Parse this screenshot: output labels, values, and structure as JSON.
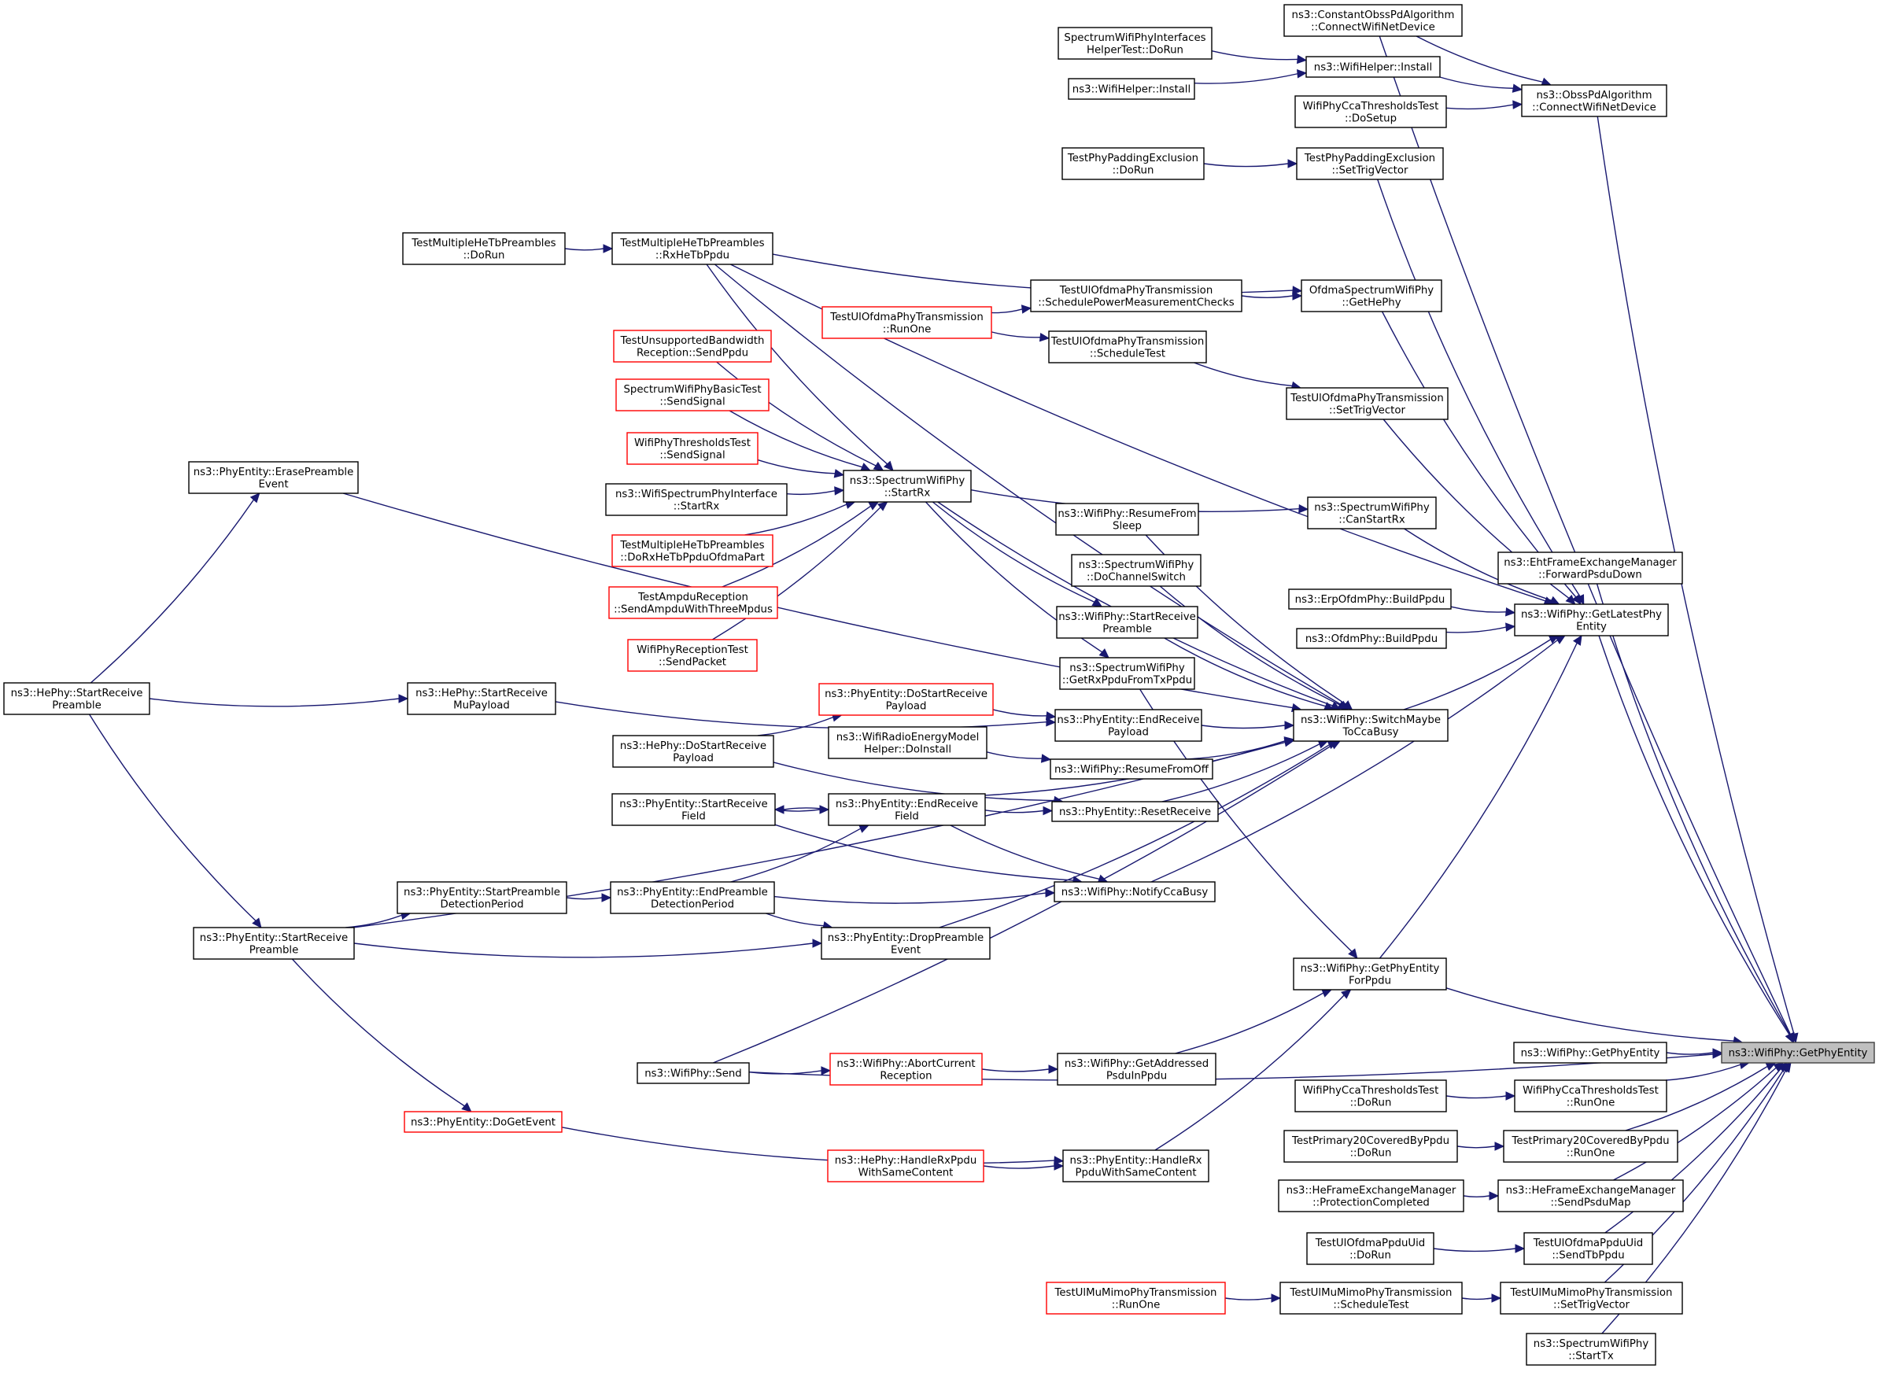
{
  "title": "ns3::WifiPhy::GetPhyEntity caller graph",
  "colors": {
    "edge": "#191970",
    "node_border": "#000000",
    "node_border_no_doc": "#ff0000",
    "target_fill": "#bfbfbf"
  },
  "target": "getphyentity",
  "nodes": [
    {
      "id": "constobss",
      "lines": [
        "ns3::ConstantObssPdAlgorithm",
        "::ConnectWifiNetDevice"
      ],
      "style": "normal"
    },
    {
      "id": "swpihelper",
      "lines": [
        "SpectrumWifiPhyInterfaces",
        "HelperTest::DoRun"
      ],
      "style": "normal"
    },
    {
      "id": "wifihelper_install",
      "lines": [
        "ns3::WifiHelper::Install"
      ],
      "style": "normal"
    },
    {
      "id": "wifihelper_install2",
      "lines": [
        "ns3::WifiHelper::Install"
      ],
      "style": "normal"
    },
    {
      "id": "ccathr_dosetup",
      "lines": [
        "WifiPhyCcaThresholdsTest",
        "::DoSetup"
      ],
      "style": "normal"
    },
    {
      "id": "obsspd_connect",
      "lines": [
        "ns3::ObssPdAlgorithm",
        "::ConnectWifiNetDevice"
      ],
      "style": "normal"
    },
    {
      "id": "padexcl_dorun",
      "lines": [
        "TestPhyPaddingExclusion",
        "::DoRun"
      ],
      "style": "normal"
    },
    {
      "id": "padexcl_settrig",
      "lines": [
        "TestPhyPaddingExclusion",
        "::SetTrigVector"
      ],
      "style": "normal"
    },
    {
      "id": "mhetb_dorun",
      "lines": [
        "TestMultipleHeTbPreambles",
        "::DoRun"
      ],
      "style": "normal"
    },
    {
      "id": "mhetb_rx",
      "lines": [
        "TestMultipleHeTbPreambles",
        "::RxHeTbPpdu"
      ],
      "style": "normal"
    },
    {
      "id": "ulofdma_schedpm",
      "lines": [
        "TestUlOfdmaPhyTransmission",
        "::SchedulePowerMeasurementChecks"
      ],
      "style": "normal"
    },
    {
      "id": "ofdma_gethephy",
      "lines": [
        "OfdmaSpectrumWifiPhy",
        "::GetHePhy"
      ],
      "style": "normal"
    },
    {
      "id": "ulofdma_runone",
      "lines": [
        "TestUlOfdmaPhyTransmission",
        "::RunOne"
      ],
      "style": "red"
    },
    {
      "id": "ulofdma_schedtest",
      "lines": [
        "TestUlOfdmaPhyTransmission",
        "::ScheduleTest"
      ],
      "style": "normal"
    },
    {
      "id": "unsupbw_sendppdu",
      "lines": [
        "TestUnsupportedBandwidth",
        "Reception::SendPpdu"
      ],
      "style": "red"
    },
    {
      "id": "ulofdma_settrig",
      "lines": [
        "TestUlOfdmaPhyTransmission",
        "::SetTrigVector"
      ],
      "style": "normal"
    },
    {
      "id": "swpbasic_sendsig",
      "lines": [
        "SpectrumWifiPhyBasicTest",
        "::SendSignal"
      ],
      "style": "red"
    },
    {
      "id": "thr_sendsig",
      "lines": [
        "WifiPhyThresholdsTest",
        "::SendSignal"
      ],
      "style": "red"
    },
    {
      "id": "wspi_startrx",
      "lines": [
        "ns3::WifiSpectrumPhyInterface",
        "::StartRx"
      ],
      "style": "normal"
    },
    {
      "id": "swp_startrx",
      "lines": [
        "ns3::SpectrumWifiPhy",
        "::StartRx"
      ],
      "style": "normal"
    },
    {
      "id": "erasepre",
      "lines": [
        "ns3::PhyEntity::ErasePreamble",
        "Event"
      ],
      "style": "normal"
    },
    {
      "id": "resumesleep",
      "lines": [
        "ns3::WifiPhy::ResumeFrom",
        "Sleep"
      ],
      "style": "normal"
    },
    {
      "id": "canstartrx",
      "lines": [
        "ns3::SpectrumWifiPhy",
        "::CanStartRx"
      ],
      "style": "normal"
    },
    {
      "id": "dochswitch",
      "lines": [
        "ns3::SpectrumWifiPhy",
        "::DoChannelSwitch"
      ],
      "style": "normal"
    },
    {
      "id": "mhetb_ofdma",
      "lines": [
        "TestMultipleHeTbPreambles",
        "::DoRxHeTbPpduOfdmaPart"
      ],
      "style": "red"
    },
    {
      "id": "eht_fwd",
      "lines": [
        "ns3::EhtFrameExchangeManager",
        "::ForwardPsduDown"
      ],
      "style": "normal"
    },
    {
      "id": "erp_build",
      "lines": [
        "ns3::ErpOfdmPhy::BuildPpdu"
      ],
      "style": "normal"
    },
    {
      "id": "ampdu_send",
      "lines": [
        "TestAmpduReception",
        "::SendAmpduWithThreeMpdus"
      ],
      "style": "red"
    },
    {
      "id": "wp_startrecpre",
      "lines": [
        "ns3::WifiPhy::StartReceive",
        "Preamble"
      ],
      "style": "normal"
    },
    {
      "id": "ofdm_build",
      "lines": [
        "ns3::OfdmPhy::BuildPpdu"
      ],
      "style": "normal"
    },
    {
      "id": "getlatest",
      "lines": [
        "ns3::WifiPhy::GetLatestPhy",
        "Entity"
      ],
      "style": "normal"
    },
    {
      "id": "recp_sendpkt",
      "lines": [
        "WifiPhyReceptionTest",
        "::SendPacket"
      ],
      "style": "red"
    },
    {
      "id": "getrxppdu",
      "lines": [
        "ns3::SpectrumWifiPhy",
        "::GetRxPpduFromTxPpdu"
      ],
      "style": "normal"
    },
    {
      "id": "he_startmu",
      "lines": [
        "ns3::HePhy::StartReceive",
        "MuPayload"
      ],
      "style": "normal"
    },
    {
      "id": "he_startpre",
      "lines": [
        "ns3::HePhy::StartReceive",
        "Preamble"
      ],
      "style": "normal"
    },
    {
      "id": "pe_dostartpay",
      "lines": [
        "ns3::PhyEntity::DoStartReceive",
        "Payload"
      ],
      "style": "red"
    },
    {
      "id": "pe_endrecpay",
      "lines": [
        "ns3::PhyEntity::EndReceive",
        "Payload"
      ],
      "style": "normal"
    },
    {
      "id": "switchcca",
      "lines": [
        "ns3::WifiPhy::SwitchMaybe",
        "ToCcaBusy"
      ],
      "style": "normal"
    },
    {
      "id": "energy_install",
      "lines": [
        "ns3::WifiRadioEnergyModel",
        "Helper::DoInstall"
      ],
      "style": "normal"
    },
    {
      "id": "he_dostartpay",
      "lines": [
        "ns3::HePhy::DoStartReceive",
        "Payload"
      ],
      "style": "normal"
    },
    {
      "id": "resumeoff",
      "lines": [
        "ns3::WifiPhy::ResumeFromOff"
      ],
      "style": "normal"
    },
    {
      "id": "pe_startfield",
      "lines": [
        "ns3::PhyEntity::StartReceive",
        "Field"
      ],
      "style": "normal"
    },
    {
      "id": "pe_endfield",
      "lines": [
        "ns3::PhyEntity::EndReceive",
        "Field"
      ],
      "style": "normal"
    },
    {
      "id": "pe_reset",
      "lines": [
        "ns3::PhyEntity::ResetReceive"
      ],
      "style": "normal"
    },
    {
      "id": "pe_startpdp",
      "lines": [
        "ns3::PhyEntity::StartPreamble",
        "DetectionPeriod"
      ],
      "style": "normal"
    },
    {
      "id": "pe_endpdp",
      "lines": [
        "ns3::PhyEntity::EndPreamble",
        "DetectionPeriod"
      ],
      "style": "normal"
    },
    {
      "id": "notifycca",
      "lines": [
        "ns3::WifiPhy::NotifyCcaBusy"
      ],
      "style": "normal"
    },
    {
      "id": "pe_startpre",
      "lines": [
        "ns3::PhyEntity::StartReceive",
        "Preamble"
      ],
      "style": "normal"
    },
    {
      "id": "pe_droppre",
      "lines": [
        "ns3::PhyEntity::DropPreamble",
        "Event"
      ],
      "style": "normal"
    },
    {
      "id": "getpeforppdu",
      "lines": [
        "ns3::WifiPhy::GetPhyEntity",
        "ForPpdu"
      ],
      "style": "normal"
    },
    {
      "id": "getphyentity_caller",
      "lines": [
        "ns3::WifiPhy::GetPhyEntity"
      ],
      "style": "normal"
    },
    {
      "id": "getphyentity",
      "lines": [
        "ns3::WifiPhy::GetPhyEntity"
      ],
      "style": "target"
    },
    {
      "id": "wp_send",
      "lines": [
        "ns3::WifiPhy::Send"
      ],
      "style": "normal"
    },
    {
      "id": "abortcur",
      "lines": [
        "ns3::WifiPhy::AbortCurrent",
        "Reception"
      ],
      "style": "red"
    },
    {
      "id": "getaddrpsdu",
      "lines": [
        "ns3::WifiPhy::GetAddressed",
        "PsduInPpdu"
      ],
      "style": "normal"
    },
    {
      "id": "ccathr_dorun",
      "lines": [
        "WifiPhyCcaThresholdsTest",
        "::DoRun"
      ],
      "style": "normal"
    },
    {
      "id": "ccathr_runone",
      "lines": [
        "WifiPhyCcaThresholdsTest",
        "::RunOne"
      ],
      "style": "normal"
    },
    {
      "id": "pe_dogetevent",
      "lines": [
        "ns3::PhyEntity::DoGetEvent"
      ],
      "style": "red"
    },
    {
      "id": "p20_dorun",
      "lines": [
        "TestPrimary20CoveredByPpdu",
        "::DoRun"
      ],
      "style": "normal"
    },
    {
      "id": "p20_runone",
      "lines": [
        "TestPrimary20CoveredByPpdu",
        "::RunOne"
      ],
      "style": "normal"
    },
    {
      "id": "he_handlerx",
      "lines": [
        "ns3::HePhy::HandleRxPpdu",
        "WithSameContent"
      ],
      "style": "red"
    },
    {
      "id": "pe_handlerx",
      "lines": [
        "ns3::PhyEntity::HandleRx",
        "PpduWithSameContent"
      ],
      "style": "normal"
    },
    {
      "id": "hefem_prot",
      "lines": [
        "ns3::HeFrameExchangeManager",
        "::ProtectionCompleted"
      ],
      "style": "normal"
    },
    {
      "id": "hefem_send",
      "lines": [
        "ns3::HeFrameExchangeManager",
        "::SendPsduMap"
      ],
      "style": "normal"
    },
    {
      "id": "ppduuid_dorun",
      "lines": [
        "TestUlOfdmaPpduUid",
        "::DoRun"
      ],
      "style": "normal"
    },
    {
      "id": "ppduuid_sendtb",
      "lines": [
        "TestUlOfdmaPpduUid",
        "::SendTbPpdu"
      ],
      "style": "normal"
    },
    {
      "id": "mumimo_runone",
      "lines": [
        "TestUlMuMimoPhyTransmission",
        "::RunOne"
      ],
      "style": "red"
    },
    {
      "id": "mumimo_sched",
      "lines": [
        "TestUlMuMimoPhyTransmission",
        "::ScheduleTest"
      ],
      "style": "normal"
    },
    {
      "id": "mumimo_settrig",
      "lines": [
        "TestUlMuMimoPhyTransmission",
        "::SetTrigVector"
      ],
      "style": "normal"
    },
    {
      "id": "swp_starttx",
      "lines": [
        "ns3::SpectrumWifiPhy",
        "::StartTx"
      ],
      "style": "normal"
    }
  ],
  "edges": [
    [
      "swpihelper",
      "wifihelper_install"
    ],
    [
      "wifihelper_install2",
      "wifihelper_install"
    ],
    [
      "constobss",
      "obsspd_connect"
    ],
    [
      "wifihelper_install",
      "obsspd_connect"
    ],
    [
      "ccathr_dosetup",
      "obsspd_connect"
    ],
    [
      "padexcl_dorun",
      "padexcl_settrig"
    ],
    [
      "mhetb_dorun",
      "mhetb_rx"
    ],
    [
      "mhetb_rx",
      "ofdma_gethephy"
    ],
    [
      "ulofdma_schedpm",
      "ofdma_gethephy"
    ],
    [
      "ulofdma_runone",
      "ulofdma_schedpm"
    ],
    [
      "ulofdma_runone",
      "ulofdma_schedtest"
    ],
    [
      "ulofdma_schedtest",
      "ulofdma_settrig"
    ],
    [
      "mhetb_rx",
      "swp_startrx"
    ],
    [
      "unsupbw_sendppdu",
      "swp_startrx"
    ],
    [
      "swpbasic_sendsig",
      "swp_startrx"
    ],
    [
      "thr_sendsig",
      "swp_startrx"
    ],
    [
      "wspi_startrx",
      "swp_startrx"
    ],
    [
      "mhetb_ofdma",
      "swp_startrx"
    ],
    [
      "ampdu_send",
      "swp_startrx"
    ],
    [
      "recp_sendpkt",
      "swp_startrx"
    ],
    [
      "swp_startrx",
      "canstartrx"
    ],
    [
      "swp_startrx",
      "wp_startrecpre"
    ],
    [
      "swp_startrx",
      "getrxppdu"
    ],
    [
      "he_startpre",
      "erasepre"
    ],
    [
      "he_startpre",
      "he_startmu"
    ],
    [
      "he_startpre",
      "pe_startpre"
    ],
    [
      "he_dostartpay",
      "pe_dostartpay"
    ],
    [
      "he_startmu",
      "pe_endrecpay"
    ],
    [
      "pe_dostartpay",
      "pe_endrecpay"
    ],
    [
      "energy_install",
      "resumeoff"
    ],
    [
      "he_dostartpay",
      "pe_reset"
    ],
    [
      "pe_endfield",
      "pe_startfield"
    ],
    [
      "pe_startfield",
      "pe_endfield"
    ],
    [
      "pe_endfield",
      "pe_reset"
    ],
    [
      "pe_startpre",
      "pe_startpdp"
    ],
    [
      "pe_startpdp",
      "pe_endpdp"
    ],
    [
      "pe_endpdp",
      "pe_endfield"
    ],
    [
      "pe_endpdp",
      "notifycca"
    ],
    [
      "pe_startfield",
      "notifycca"
    ],
    [
      "pe_endfield",
      "notifycca"
    ],
    [
      "pe_endpdp",
      "pe_droppre"
    ],
    [
      "pe_startpre",
      "pe_droppre"
    ],
    [
      "wp_send",
      "abortcur"
    ],
    [
      "abortcur",
      "getaddrpsdu"
    ],
    [
      "he_handlerx",
      "pe_handlerx"
    ],
    [
      "pe_dogetevent",
      "pe_handlerx"
    ],
    [
      "pe_startpre",
      "pe_dogetevent"
    ],
    [
      "erasepre",
      "switchcca"
    ],
    [
      "swp_startrx",
      "switchcca"
    ],
    [
      "resumesleep",
      "switchcca"
    ],
    [
      "dochswitch",
      "switchcca"
    ],
    [
      "wp_startrecpre",
      "switchcca"
    ],
    [
      "pe_endrecpay",
      "switchcca"
    ],
    [
      "resumeoff",
      "switchcca"
    ],
    [
      "pe_reset",
      "switchcca"
    ],
    [
      "pe_endfield",
      "switchcca"
    ],
    [
      "pe_droppre",
      "switchcca"
    ],
    [
      "pe_startpre",
      "switchcca"
    ],
    [
      "wp_send",
      "switchcca"
    ],
    [
      "mhetb_rx",
      "switchcca"
    ],
    [
      "getrxppdu",
      "getpeforppdu"
    ],
    [
      "getaddrpsdu",
      "getpeforppdu"
    ],
    [
      "pe_handlerx",
      "getpeforppdu"
    ],
    [
      "padexcl_settrig",
      "getlatest"
    ],
    [
      "ofdma_gethephy",
      "getlatest"
    ],
    [
      "ulofdma_settrig",
      "getlatest"
    ],
    [
      "canstartrx",
      "getlatest"
    ],
    [
      "erp_build",
      "getlatest"
    ],
    [
      "ofdm_build",
      "getlatest"
    ],
    [
      "switchcca",
      "getlatest"
    ],
    [
      "notifycca",
      "getlatest"
    ],
    [
      "getpeforppdu",
      "getlatest"
    ],
    [
      "mhetb_rx",
      "getlatest"
    ],
    [
      "ccathr_dorun",
      "ccathr_runone"
    ],
    [
      "p20_dorun",
      "p20_runone"
    ],
    [
      "hefem_prot",
      "hefem_send"
    ],
    [
      "ppduuid_dorun",
      "ppduuid_sendtb"
    ],
    [
      "mumimo_runone",
      "mumimo_sched"
    ],
    [
      "mumimo_sched",
      "mumimo_settrig"
    ],
    [
      "constobss",
      "getphyentity"
    ],
    [
      "obsspd_connect",
      "getphyentity"
    ],
    [
      "eht_fwd",
      "getphyentity"
    ],
    [
      "getlatest",
      "getphyentity"
    ],
    [
      "getpeforppdu",
      "getphyentity"
    ],
    [
      "wp_send",
      "getphyentity"
    ],
    [
      "getphyentity_caller",
      "getphyentity"
    ],
    [
      "ccathr_runone",
      "getphyentity"
    ],
    [
      "p20_runone",
      "getphyentity"
    ],
    [
      "hefem_send",
      "getphyentity"
    ],
    [
      "ppduuid_sendtb",
      "getphyentity"
    ],
    [
      "mumimo_settrig",
      "getphyentity"
    ],
    [
      "swp_starttx",
      "getphyentity"
    ]
  ]
}
